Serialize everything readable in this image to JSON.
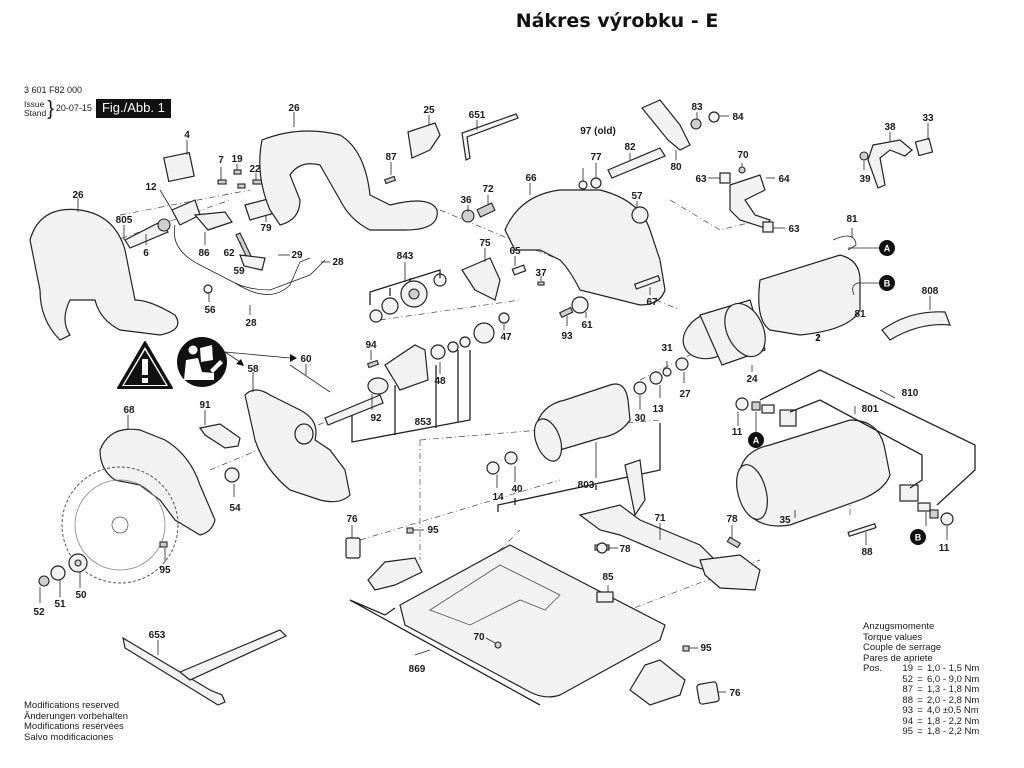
{
  "title": "Nákres výrobku - E",
  "document": {
    "number": "3 601 F82 000",
    "issue_label": "Issue",
    "stand_label": "Stand",
    "issue_date": "20-07-15",
    "figure_label": "Fig./Abb. 1"
  },
  "warning_icons": [
    {
      "name": "warning-triangle-icon",
      "meaning": "Warning"
    },
    {
      "name": "read-manual-icon",
      "meaning": "Read instructions"
    }
  ],
  "parts": [
    {
      "id": "26a",
      "label": "26"
    },
    {
      "id": "26b",
      "label": "26"
    },
    {
      "id": "805",
      "label": "805"
    },
    {
      "id": "6",
      "label": "6"
    },
    {
      "id": "12",
      "label": "12"
    },
    {
      "id": "4",
      "label": "4"
    },
    {
      "id": "7",
      "label": "7"
    },
    {
      "id": "19",
      "label": "19"
    },
    {
      "id": "22",
      "label": "22"
    },
    {
      "id": "79",
      "label": "79"
    },
    {
      "id": "86",
      "label": "86"
    },
    {
      "id": "62",
      "label": "62"
    },
    {
      "id": "59",
      "label": "59"
    },
    {
      "id": "29",
      "label": "29"
    },
    {
      "id": "28a",
      "label": "28"
    },
    {
      "id": "28b",
      "label": "28"
    },
    {
      "id": "56",
      "label": "56"
    },
    {
      "id": "25",
      "label": "25"
    },
    {
      "id": "87",
      "label": "87"
    },
    {
      "id": "651",
      "label": "651"
    },
    {
      "id": "36",
      "label": "36"
    },
    {
      "id": "72",
      "label": "72"
    },
    {
      "id": "66",
      "label": "66"
    },
    {
      "id": "97",
      "label": "97 (old)"
    },
    {
      "id": "77",
      "label": "77"
    },
    {
      "id": "82",
      "label": "82"
    },
    {
      "id": "80",
      "label": "80"
    },
    {
      "id": "83",
      "label": "83"
    },
    {
      "id": "84",
      "label": "84"
    },
    {
      "id": "57",
      "label": "57"
    },
    {
      "id": "70a",
      "label": "70"
    },
    {
      "id": "63a",
      "label": "63"
    },
    {
      "id": "64",
      "label": "64"
    },
    {
      "id": "63b",
      "label": "63"
    },
    {
      "id": "38",
      "label": "38"
    },
    {
      "id": "33",
      "label": "33"
    },
    {
      "id": "39",
      "label": "39"
    },
    {
      "id": "81a",
      "label": "81"
    },
    {
      "id": "81b",
      "label": "81"
    },
    {
      "id": "808",
      "label": "808"
    },
    {
      "id": "2",
      "label": "2"
    },
    {
      "id": "843",
      "label": "843"
    },
    {
      "id": "75",
      "label": "75"
    },
    {
      "id": "65",
      "label": "65"
    },
    {
      "id": "37",
      "label": "37"
    },
    {
      "id": "67",
      "label": "67"
    },
    {
      "id": "61",
      "label": "61"
    },
    {
      "id": "93",
      "label": "93"
    },
    {
      "id": "47",
      "label": "47"
    },
    {
      "id": "94",
      "label": "94"
    },
    {
      "id": "48",
      "label": "48"
    },
    {
      "id": "92",
      "label": "92"
    },
    {
      "id": "853",
      "label": "853"
    },
    {
      "id": "60",
      "label": "60"
    },
    {
      "id": "58",
      "label": "58"
    },
    {
      "id": "91",
      "label": "91"
    },
    {
      "id": "54",
      "label": "54"
    },
    {
      "id": "68",
      "label": "68"
    },
    {
      "id": "31",
      "label": "31"
    },
    {
      "id": "24",
      "label": "24"
    },
    {
      "id": "27",
      "label": "27"
    },
    {
      "id": "13",
      "label": "13"
    },
    {
      "id": "30",
      "label": "30"
    },
    {
      "id": "803",
      "label": "803"
    },
    {
      "id": "14",
      "label": "14"
    },
    {
      "id": "40",
      "label": "40"
    },
    {
      "id": "11a",
      "label": "11"
    },
    {
      "id": "810",
      "label": "810"
    },
    {
      "id": "801",
      "label": "801"
    },
    {
      "id": "35",
      "label": "35"
    },
    {
      "id": "88",
      "label": "88"
    },
    {
      "id": "11b",
      "label": "11"
    },
    {
      "id": "71",
      "label": "71"
    },
    {
      "id": "78a",
      "label": "78"
    },
    {
      "id": "78b",
      "label": "78"
    },
    {
      "id": "76a",
      "label": "76"
    },
    {
      "id": "95a",
      "label": "95"
    },
    {
      "id": "85",
      "label": "85"
    },
    {
      "id": "70b",
      "label": "70"
    },
    {
      "id": "869",
      "label": "869"
    },
    {
      "id": "95b",
      "label": "95"
    },
    {
      "id": "76b",
      "label": "76"
    },
    {
      "id": "95c",
      "label": "95"
    },
    {
      "id": "52",
      "label": "52"
    },
    {
      "id": "51",
      "label": "51"
    },
    {
      "id": "50",
      "label": "50"
    },
    {
      "id": "653",
      "label": "653"
    }
  ],
  "connectors": [
    {
      "id": "A1",
      "label": "A"
    },
    {
      "id": "B1",
      "label": "B"
    },
    {
      "id": "A2",
      "label": "A"
    },
    {
      "id": "B2",
      "label": "B"
    }
  ],
  "torque": {
    "heading": [
      "Anzugsmomente",
      "Torque values",
      "Couple de serrage",
      "Pares de apriete"
    ],
    "pos_label": "Pos.",
    "rows": [
      {
        "pos": "19",
        "value": "1,0 - 1,5 Nm"
      },
      {
        "pos": "52",
        "value": "6,0 - 9,0 Nm"
      },
      {
        "pos": "87",
        "value": "1,3 - 1,8 Nm"
      },
      {
        "pos": "88",
        "value": "2,0 - 2,8 Nm"
      },
      {
        "pos": "93",
        "value": "4,0 ±0,5 Nm"
      },
      {
        "pos": "94",
        "value": "1,8 - 2,2 Nm"
      },
      {
        "pos": "95",
        "value": "1,8 - 2,2 Nm"
      }
    ]
  },
  "modifications": [
    "Modifications reserved",
    "Änderungen vorbehalten",
    "Modifications resérvées",
    "Salvo modificaciones"
  ]
}
